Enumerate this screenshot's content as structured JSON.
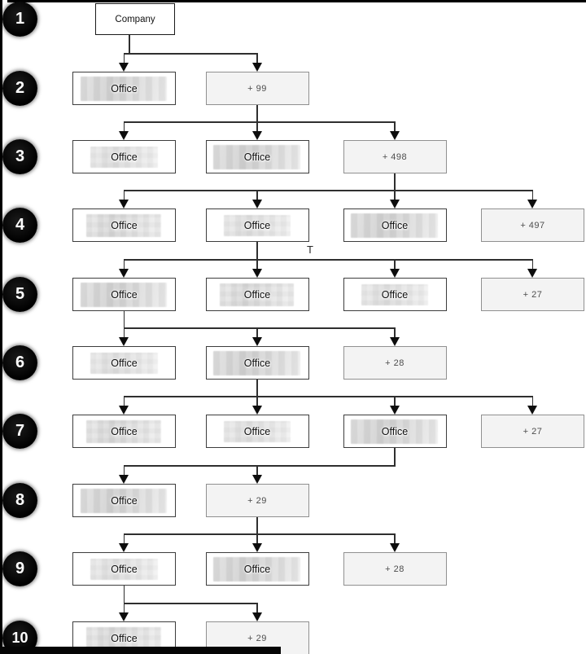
{
  "diagram": {
    "annotation_t": "T",
    "levels": [
      {
        "number": "1",
        "boxes": [
          {
            "label": "Company",
            "type": "company",
            "col": 0
          }
        ]
      },
      {
        "number": "2",
        "boxes": [
          {
            "label": "Office",
            "type": "office",
            "col": 0
          },
          {
            "label": "+ 99",
            "type": "more",
            "col": 1
          }
        ]
      },
      {
        "number": "3",
        "boxes": [
          {
            "label": "Office",
            "type": "office",
            "col": 0
          },
          {
            "label": "Office",
            "type": "office",
            "col": 1
          },
          {
            "label": "+ 498",
            "type": "more",
            "col": 2
          }
        ]
      },
      {
        "number": "4",
        "boxes": [
          {
            "label": "Office",
            "type": "office",
            "col": 0
          },
          {
            "label": "Office",
            "type": "office",
            "col": 1
          },
          {
            "label": "Office",
            "type": "office",
            "col": 2
          },
          {
            "label": "+ 497",
            "type": "more",
            "col": 3
          }
        ]
      },
      {
        "number": "5",
        "boxes": [
          {
            "label": "Office",
            "type": "office",
            "col": 0
          },
          {
            "label": "Office",
            "type": "office",
            "col": 1
          },
          {
            "label": "Office",
            "type": "office",
            "col": 2
          },
          {
            "label": "+ 27",
            "type": "more",
            "col": 3
          }
        ]
      },
      {
        "number": "6",
        "boxes": [
          {
            "label": "Office",
            "type": "office",
            "col": 0
          },
          {
            "label": "Office",
            "type": "office",
            "col": 1
          },
          {
            "label": "+ 28",
            "type": "more",
            "col": 2
          }
        ]
      },
      {
        "number": "7",
        "boxes": [
          {
            "label": "Office",
            "type": "office",
            "col": 0
          },
          {
            "label": "Office",
            "type": "office",
            "col": 1
          },
          {
            "label": "Office",
            "type": "office",
            "col": 2
          },
          {
            "label": "+ 27",
            "type": "more",
            "col": 3
          }
        ]
      },
      {
        "number": "8",
        "boxes": [
          {
            "label": "Office",
            "type": "office",
            "col": 0
          },
          {
            "label": "+ 29",
            "type": "more",
            "col": 1
          }
        ]
      },
      {
        "number": "9",
        "boxes": [
          {
            "label": "Office",
            "type": "office",
            "col": 0
          },
          {
            "label": "Office",
            "type": "office",
            "col": 1
          },
          {
            "label": "+ 28",
            "type": "more",
            "col": 2
          }
        ]
      },
      {
        "number": "10",
        "boxes": [
          {
            "label": "Office",
            "type": "office",
            "col": 0
          },
          {
            "label": "+ 29",
            "type": "more",
            "col": 1
          }
        ]
      }
    ],
    "connectors": [
      {
        "from_level": 1,
        "from_col": 0,
        "to_level": 2,
        "arrow_cols": [
          0,
          1
        ]
      },
      {
        "from_level": 2,
        "from_col": 1,
        "to_level": 3,
        "arrow_cols": [
          0,
          1,
          2
        ]
      },
      {
        "from_level": 3,
        "from_col": 2,
        "to_level": 4,
        "arrow_cols": [
          0,
          1,
          2,
          3
        ]
      },
      {
        "from_level": 4,
        "from_col": 1,
        "to_level": 5,
        "arrow_cols": [
          0,
          1,
          2,
          3
        ]
      },
      {
        "from_level": 5,
        "from_col": 0,
        "to_level": 6,
        "arrow_cols": [
          0,
          1,
          2
        ]
      },
      {
        "from_level": 6,
        "from_col": 1,
        "to_level": 7,
        "arrow_cols": [
          0,
          1,
          2,
          3
        ]
      },
      {
        "from_level": 7,
        "from_col": 2,
        "to_level": 8,
        "arrow_cols": [
          0,
          1
        ]
      },
      {
        "from_level": 8,
        "from_col": 1,
        "to_level": 9,
        "arrow_cols": [
          0,
          1,
          2
        ]
      },
      {
        "from_level": 9,
        "from_col": 0,
        "to_level": 10,
        "arrow_cols": [
          0,
          1
        ]
      }
    ],
    "colors": {
      "node_fill": "#ffffff",
      "node_border": "#3d3d3d",
      "more_fill": "#f3f3f3",
      "more_border": "#909090",
      "line": "#2f2f2f",
      "level_badge": "#0a0a0a",
      "more_text": "#4d4d4d"
    }
  }
}
